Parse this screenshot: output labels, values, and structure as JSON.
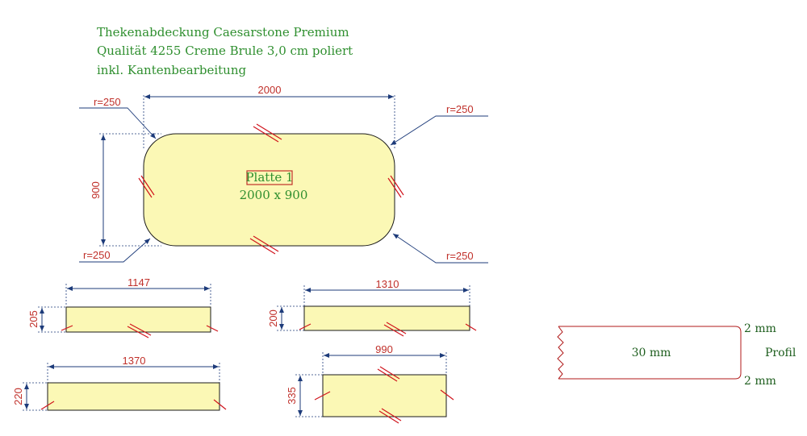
{
  "header": {
    "line1": "Thekenabdeckung Caesarstone Premium",
    "line2": "Qualität 4255 Creme Brule 3,0 cm poliert",
    "line3": "inkl. Kantenbearbeitung"
  },
  "main_plate": {
    "name": "Platte 1",
    "size": "2000 x 900",
    "width_label": "2000",
    "height_label": "900",
    "radius_top_left": "r=250",
    "radius_top_right": "r=250",
    "radius_bottom_left": "r=250",
    "radius_bottom_right": "r=250"
  },
  "strips": [
    {
      "width_label": "1147",
      "height_label": "205"
    },
    {
      "width_label": "1310",
      "height_label": "200"
    },
    {
      "width_label": "1370",
      "height_label": "220"
    },
    {
      "width_label": "990",
      "height_label": "335"
    }
  ],
  "profile": {
    "thickness_label": "30 mm",
    "top_label": "2 mm",
    "bottom_label": "2 mm",
    "side_label": "Profil"
  },
  "colors": {
    "plate_fill": "#fbf8b5",
    "dimension_line": "#1d3b7a",
    "dimension_text": "#c0302a",
    "title_text": "#2f8f2f",
    "edge_mark": "#d0141c"
  }
}
